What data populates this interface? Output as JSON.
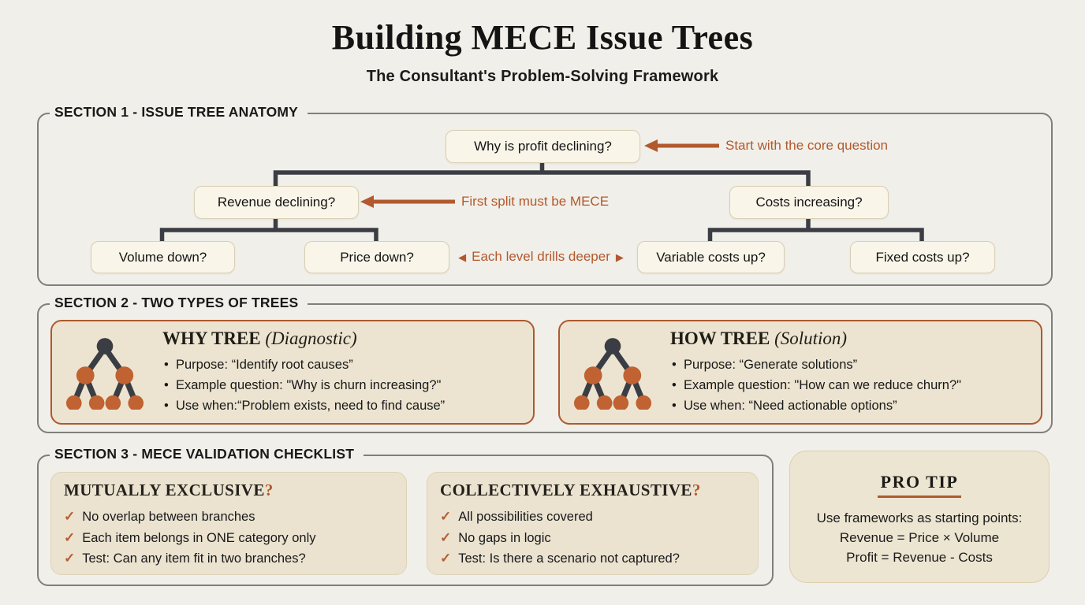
{
  "title": "Building MECE Issue Trees",
  "subtitle": "The Consultant's Problem-Solving Framework",
  "sections": {
    "anatomy": {
      "header": "SECTION 1 - ISSUE TREE ANATOMY",
      "nodes": {
        "root": "Why is profit declining?",
        "revenue": "Revenue declining?",
        "costs": "Costs increasing?",
        "volume": "Volume down?",
        "price": "Price down?",
        "variable": "Variable costs up?",
        "fixed": "Fixed costs up?"
      },
      "annotations": {
        "core_question": "Start with the core question",
        "first_split": "First split must be MECE",
        "drills_deeper": "Each level drills deeper"
      }
    },
    "tree_types": {
      "header": "SECTION 2 - TWO TYPES OF TREES",
      "cards": [
        {
          "title": "WHY TREE",
          "qualifier": "(Diagnostic)",
          "bullets": [
            "Purpose: “Identify root causes”",
            "Example question: \"Why is churn increasing?\"",
            "Use when:“Problem exists, need to find cause”"
          ]
        },
        {
          "title": "HOW TREE",
          "qualifier": "(Solution)",
          "bullets": [
            "Purpose: “Generate solutions”",
            "Example question: \"How can we reduce churn?\"",
            "Use when: “Need actionable options”"
          ]
        }
      ]
    },
    "checklist": {
      "header": "SECTION 3 - MECE VALIDATION CHECKLIST",
      "cards": [
        {
          "title": "MUTUALLY EXCLUSIVE",
          "mark": "?",
          "items": [
            "No overlap between branches",
            "Each item belongs in ONE category only",
            "Test: Can any item fit in two branches?"
          ]
        },
        {
          "title": "COLLECTIVELY EXHAUSTIVE",
          "mark": "?",
          "items": [
            "All possibilities covered",
            "No gaps in logic",
            "Test: Is there a scenario not captured?"
          ]
        }
      ]
    }
  },
  "protip": {
    "title": "PRO TIP",
    "lines": [
      "Use frameworks as starting points:",
      "Revenue = Price × Volume",
      "Profit = Revenue - Costs"
    ]
  },
  "icons": {
    "check": "✓",
    "arrow_left": "◀",
    "arrow_right": "▶"
  },
  "colors": {
    "accent": "#b2592e",
    "connector": "#3a3d43",
    "page_bg": "#f1efe9",
    "node_fill": "#f9f5e9",
    "node_border": "#d9cfb3",
    "card_fill": "#ece4d0",
    "card_border_accent": "#ad5a2f",
    "section_border": "#7f7f7c",
    "tree_icon_node": "#c06231"
  }
}
